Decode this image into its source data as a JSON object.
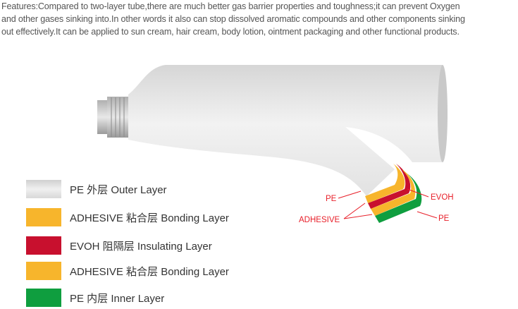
{
  "intro": {
    "line1": "Features:Compared to two-layer tube,there are much better gas barrier properties and toughness;it can prevent Oxygen",
    "line2": "and other gases sinking into.In other words it also can stop dissolved aromatic compounds and other components sinking",
    "line3": "out effectively.It can be applied to sun cream, hair cream, body lotion, ointment packaging and other functional products."
  },
  "colors": {
    "pe_outer": "#dcdcdc",
    "adhesive": "#f7b52c",
    "evoh": "#c8102e",
    "pe_inner": "#0f9e3f",
    "callout": "#e8202a"
  },
  "legend": [
    {
      "label": "PE  外层 Outer Layer",
      "color": "#dcdcdc"
    },
    {
      "label": "ADHESIVE  粘合层 Bonding Layer",
      "color": "#f7b52c"
    },
    {
      "label": "EVOH  阻隔层 Insulating Layer",
      "color": "#c8102e"
    },
    {
      "label": "ADHESIVE 粘合层 Bonding Layer",
      "color": "#f7b52c"
    },
    {
      "label": "PE  内层 Inner Layer",
      "color": "#0f9e3f"
    }
  ],
  "callouts": {
    "pe_outer": "PE",
    "adhesive": "ADHESIVE",
    "evoh": "EVOH",
    "pe_inner": "PE"
  }
}
